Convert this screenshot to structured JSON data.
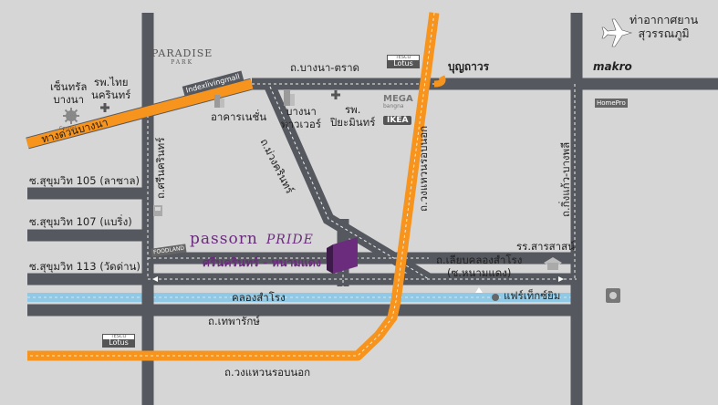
{
  "colors": {
    "background": "#d6d6d6",
    "road": "#55585e",
    "expressway": "#f7941d",
    "canal": "#8fc9e6",
    "brand_purple": "#6b2c7e"
  },
  "roads": {
    "bangna_trad": "ถ.บางนา-ตราด",
    "expressway_bangna": "ทางด่วนบางนา",
    "sukhumvit_105": "ซ.สุขุมวิท 105 (ลาซาล)",
    "sukhumvit_107": "ซ.สุขุมวิท 107 (แบริ่ง)",
    "sukhumvit_113": "ซ.สุขุมวิท 113 (วัดด่าน)",
    "srinakarin": "ถ.ศรีนครินทร์",
    "muangkarin": "ถ.ม่วงครินทร์",
    "kanchanaphisek_left": "ถ.วงแหวนรอบนอก",
    "kanchanaphisek_bottom": "ถ.วงแหวนรอบนอก",
    "king_kaew": "ถ.กิ่งแก้ว-บางพลี",
    "liab_khlong_samrong": "ถ.เลียบคลองสำโรง",
    "liab_khlong_samrong_sub": "(ซ.หนามแดง)",
    "thepharak": "ถ.เทพารักษ์",
    "khlong_samrong": "คลองสำโรง"
  },
  "places": {
    "airport": "ท่าอากาศยาน\nสุวรรณภูมิ",
    "central_bangna": "เซ็นทรัล\nบางนา",
    "thai_nakarin": "รพ.ไทย\nนครินทร์",
    "nation_building": "อาคารเนชั่น",
    "bangna_tower": "บางนา\nทาวเวอร์",
    "piyamin": "รพ.\nปิยะมินทร์",
    "bunthavorn": "บุญถาวร",
    "makro": "makro",
    "fairtex": "แฟร์เท็กซ์ยิม",
    "sarasas": "รร.สารสาสน์"
  },
  "logos": {
    "paradise": "PARADISE",
    "paradise_sub": "PARK",
    "index": "Indexlivingmall",
    "tesco_top": "TESCO",
    "lotus": "Lotus",
    "mega": "MEGA",
    "mega_sub": "bangna",
    "ikea": "IKEA",
    "homepro": "HomePro",
    "central_small": "Central",
    "foodland": "FOODLAND"
  },
  "project": {
    "name_a": "passorn",
    "name_b": "PRIDE",
    "subtitle": "ศรีนครินทร์ - หนามแดง"
  }
}
